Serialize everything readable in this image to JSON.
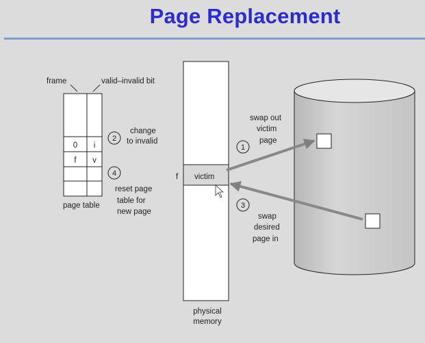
{
  "slide": {
    "title": "Page Replacement"
  },
  "page_table": {
    "frame_label": "frame",
    "valid_invalid_label": "valid–invalid bit",
    "caption": "page table",
    "entries": [
      {
        "frame": "0",
        "bit": "i"
      },
      {
        "frame": "f",
        "bit": "v"
      }
    ]
  },
  "physical_memory": {
    "frame_marker": "f",
    "victim_label": "victim",
    "caption_line1": "physical",
    "caption_line2": "memory"
  },
  "steps": [
    {
      "number": "1",
      "line1": "swap out",
      "line2": "victim",
      "line3": "page"
    },
    {
      "number": "2",
      "line1": "change",
      "line2": "to invalid"
    },
    {
      "number": "3",
      "line1": "swap",
      "line2": "desired",
      "line3": "page in"
    },
    {
      "number": "4",
      "line1": "reset page",
      "line2": "table for",
      "line3": "new page"
    }
  ],
  "colors": {
    "title": "#2b2bd0",
    "rule": "#7f9bd0",
    "background": "#dcdcdc",
    "disk_body": "#cccccc",
    "arrow": "#888888"
  }
}
